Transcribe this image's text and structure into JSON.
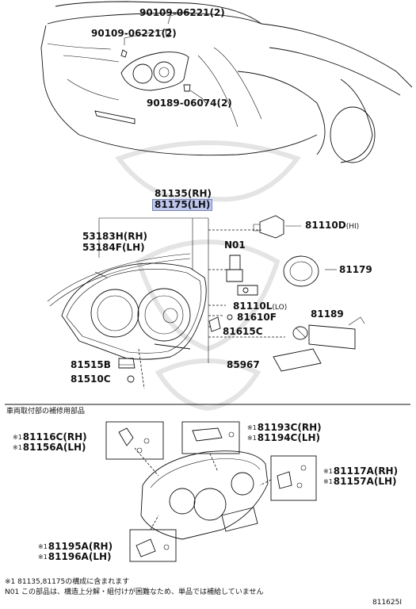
{
  "header_parts": {
    "bolt_top": "90109-06221(2)",
    "bolt_top2": "90109-06221(2)",
    "bolt_bottom": "90189-06074(2)"
  },
  "assembly": {
    "rh": "81135(RH)",
    "lh": "81175(LH)",
    "highlight_color": "#bcc6ee"
  },
  "parts": {
    "p53183": "53183H(RH)",
    "p53184": "53184F(LH)",
    "n01": "N01",
    "p81110d": "81110D",
    "p81110d_suffix": "(HI)",
    "p81179": "81179",
    "p81110l": "81110L",
    "p81110l_suffix": "(LO)",
    "p81610f": "81610F",
    "p81615c": "81615C",
    "p81189": "81189",
    "p81515b": "81515B",
    "p81510c": "81510C",
    "p85967": "85967"
  },
  "section_title": "車両取付部の補修用部品",
  "repair_parts": {
    "mark": "※1",
    "p81116c": "81116C(RH)",
    "p81156a": "81156A(LH)",
    "p81193c": "81193C(RH)",
    "p81194c": "81194C(LH)",
    "p81117a": "81117A(RH)",
    "p81157a": "81157A(LH)",
    "p81195a": "81195A(RH)",
    "p81196a": "81196A(LH)"
  },
  "footnotes": {
    "note1": "※1 81135,81175の構成に含まれます",
    "note2": "N01 この部品は、構造上分解・組付けが困難なため、単品では補給していません"
  },
  "diagram_id": "811625I"
}
